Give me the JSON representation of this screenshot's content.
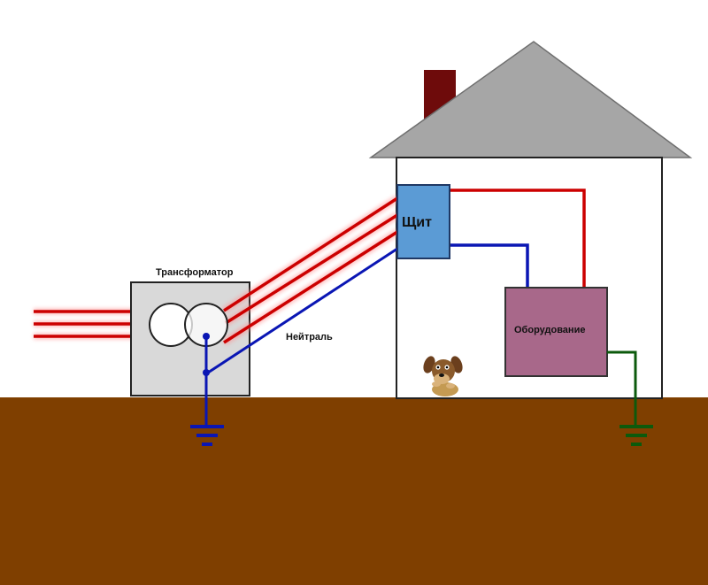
{
  "labels": {
    "transformer": "Трансформатор",
    "panel": "Щит",
    "neutral": "Нейтраль",
    "equipment": "Оборудование"
  },
  "colors": {
    "ground": "#7f3f00",
    "phase_wire": "#cc0000",
    "neutral_wire": "#0a16b4",
    "earth_wire": "#0c5a0c",
    "roof": "#a6a6a6",
    "chimney": "#6e0b0b",
    "transformer_box": "#d9d9d9",
    "panel_box": "#5b9bd5",
    "equipment_box": "#a8688a",
    "house_wall": "#ffffff"
  },
  "icons": {
    "dog": "dog-icon",
    "earth_symbols": "ground-symbol-icon"
  }
}
